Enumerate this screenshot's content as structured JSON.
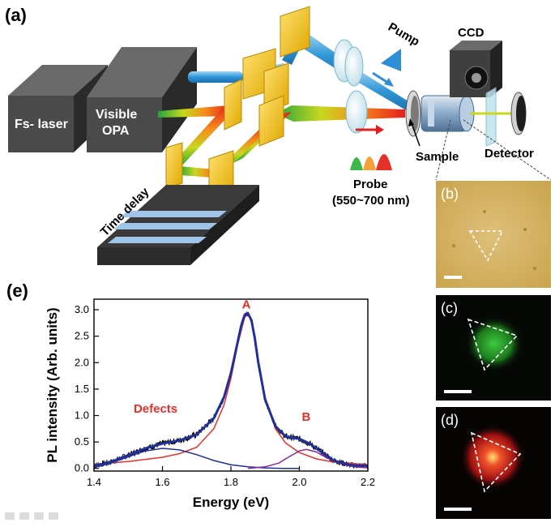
{
  "figure": {
    "panel_a": {
      "label": "(a)",
      "fs_laser": "Fs- laser",
      "opa_line1": "Visible",
      "opa_line2": "OPA",
      "time_delay": "Time delay",
      "pump": "Pump",
      "ccd": "CCD",
      "sample": "Sample",
      "detector": "Detector",
      "probe": "Probe",
      "probe_range": "(550~700 nm)"
    },
    "panel_b": {
      "label": "(b)"
    },
    "panel_c": {
      "label": "(c)"
    },
    "panel_d": {
      "label": "(d)"
    },
    "panel_e": {
      "label": "(e)"
    },
    "colors": {
      "mirror": "#f2c200",
      "pump_beam": "#3a9fd8",
      "box_dark": "#3a3a3a",
      "fit_total": "#1f2f9c",
      "peak_A": "#e8302a",
      "label_red": "#e8302a"
    }
  },
  "chart_data": {
    "type": "line",
    "title": "",
    "xlabel": "Energy (eV)",
    "ylabel": "PL intensity (Arb. units)",
    "xlim": [
      1.4,
      2.2
    ],
    "ylim": [
      -0.05,
      3.2
    ],
    "xticks": [
      "1.4",
      "1.6",
      "1.8",
      "2.0",
      "2.2"
    ],
    "yticks": [
      "0.0",
      "0.5",
      "1.0",
      "1.5",
      "2.0",
      "2.5",
      "3.0"
    ],
    "annotations": [
      {
        "text": "A",
        "x": 1.845,
        "y": 3.02
      },
      {
        "text": "Defects",
        "x": 1.58,
        "y": 1.05
      },
      {
        "text": "B",
        "x": 2.02,
        "y": 0.9
      }
    ],
    "series": [
      {
        "role": "measured",
        "x": [
          1.4,
          1.45,
          1.5,
          1.55,
          1.6,
          1.65,
          1.7,
          1.75,
          1.78,
          1.8,
          1.82,
          1.83,
          1.84,
          1.85,
          1.86,
          1.87,
          1.88,
          1.9,
          1.93,
          1.96,
          2.0,
          2.03,
          2.06,
          2.1,
          2.15,
          2.2
        ],
        "y": [
          0.05,
          0.12,
          0.25,
          0.38,
          0.47,
          0.53,
          0.64,
          0.95,
          1.35,
          1.8,
          2.4,
          2.7,
          2.9,
          2.93,
          2.8,
          2.45,
          2.0,
          1.3,
          0.8,
          0.6,
          0.56,
          0.47,
          0.33,
          0.15,
          0.06,
          0.05
        ]
      },
      {
        "role": "peak-A",
        "x": [
          1.4,
          1.5,
          1.6,
          1.65,
          1.7,
          1.75,
          1.78,
          1.8,
          1.82,
          1.84,
          1.85,
          1.86,
          1.88,
          1.9,
          1.93,
          1.96,
          2.0,
          2.05,
          2.1,
          2.2
        ],
        "y": [
          0.08,
          0.13,
          0.21,
          0.28,
          0.4,
          0.75,
          1.2,
          1.7,
          2.35,
          2.85,
          2.92,
          2.8,
          2.05,
          1.35,
          0.75,
          0.48,
          0.3,
          0.18,
          0.12,
          0.07
        ]
      },
      {
        "role": "defects",
        "x": [
          1.4,
          1.45,
          1.5,
          1.55,
          1.6,
          1.65,
          1.7,
          1.75,
          1.8,
          1.85,
          1.9,
          1.95,
          2.0
        ],
        "y": [
          0.02,
          0.1,
          0.22,
          0.33,
          0.38,
          0.35,
          0.26,
          0.15,
          0.07,
          0.03,
          0.01,
          0.0,
          0.0
        ]
      },
      {
        "role": "peak-B",
        "x": [
          1.85,
          1.9,
          1.94,
          1.97,
          2.0,
          2.02,
          2.05,
          2.08,
          2.12,
          2.16,
          2.2
        ],
        "y": [
          0.0,
          0.03,
          0.1,
          0.22,
          0.33,
          0.36,
          0.31,
          0.2,
          0.09,
          0.03,
          0.01
        ]
      }
    ]
  }
}
